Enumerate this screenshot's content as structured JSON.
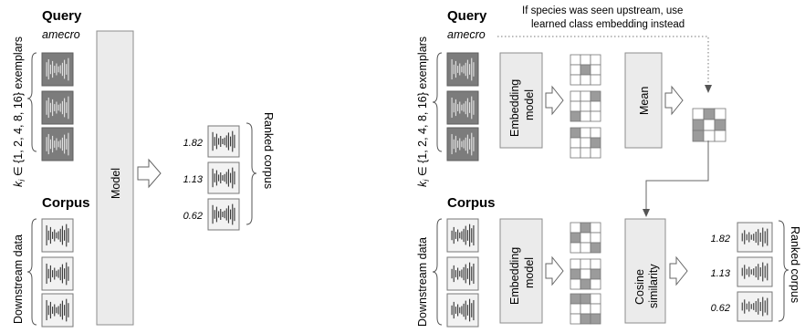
{
  "colors": {
    "box_fill": "#ebebeb",
    "box_stroke": "#8c8c8c",
    "dark_card": "#7c7c7c",
    "light_card": "#f2f2f2",
    "grid_dark": "#9b9b9b",
    "grid_light": "#ffffff",
    "stroke": "#555555"
  },
  "left": {
    "query_title": "Query",
    "query_species": "amecro",
    "exemplars_label": "k",
    "exemplars_sub": "i",
    "exemplars_rest": " ∈ {1, 2, 4, 8, 16} exemplars",
    "corpus_title": "Corpus",
    "downstream_label": "Downstream data",
    "model_label": "Model",
    "ranked_label": "Ranked corpus",
    "scores": [
      "1.82",
      "1.13",
      "0.62"
    ]
  },
  "right": {
    "query_title": "Query",
    "query_species": "amecro",
    "exemplars_label": "k",
    "exemplars_sub": "i",
    "exemplars_rest": " ∈ {1, 2, 4, 8, 16} exemplars",
    "corpus_title": "Corpus",
    "downstream_label": "Downstream data",
    "embedding_label_1": "Embedding",
    "embedding_label_2": "model",
    "mean_label": "Mean",
    "cosine_label_1": "Cosine",
    "cosine_label_2": "similarity",
    "note_line1": "If species was seen upstream, use",
    "note_line2": "learned class embedding instead",
    "ranked_label": "Ranked corpus",
    "scores": [
      "1.82",
      "1.13",
      "0.62"
    ]
  }
}
